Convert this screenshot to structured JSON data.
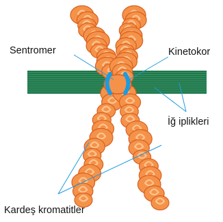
{
  "labels": {
    "centromere": "Sentromer",
    "kinetochore": "Kinetokor",
    "spindle_fibers": "İğ iplikleri",
    "sister_chromatids": "Kardeş kromatitler"
  },
  "colors": {
    "chromatid_fill": "#F5924A",
    "chromatid_highlight": "#FDC48D",
    "chromatid_shadow": "#D86020",
    "spindle_fiber": "#2E8B5C",
    "spindle_fiber_dark": "#1F6A44",
    "kinetochore": "#1E9BE0",
    "leader_line": "#1E9BE0"
  }
}
